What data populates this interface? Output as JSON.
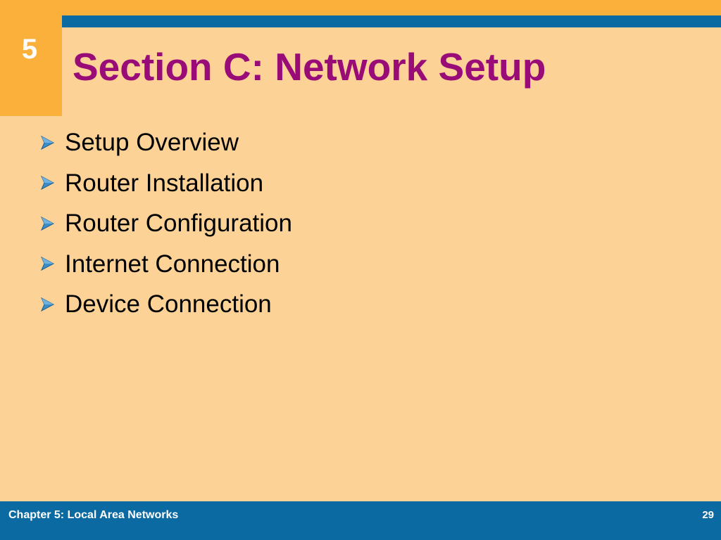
{
  "slide": {
    "chapter_number": "5",
    "title": "Section C: Network Setup",
    "bullet_icon": "arrow-bullet-icon",
    "bullets": [
      "Setup Overview",
      "Router Installation",
      "Router Configuration",
      "Internet Connection",
      "Device Connection"
    ]
  },
  "footer": {
    "chapter_label": "Chapter 5: Local Area Networks",
    "page_number": "29"
  },
  "colors": {
    "background": "#FCD297",
    "accent_orange": "#FBB03B",
    "accent_blue": "#0A6AA1",
    "title": "#990C78",
    "bullet_arrow": "#3B8EC8"
  }
}
